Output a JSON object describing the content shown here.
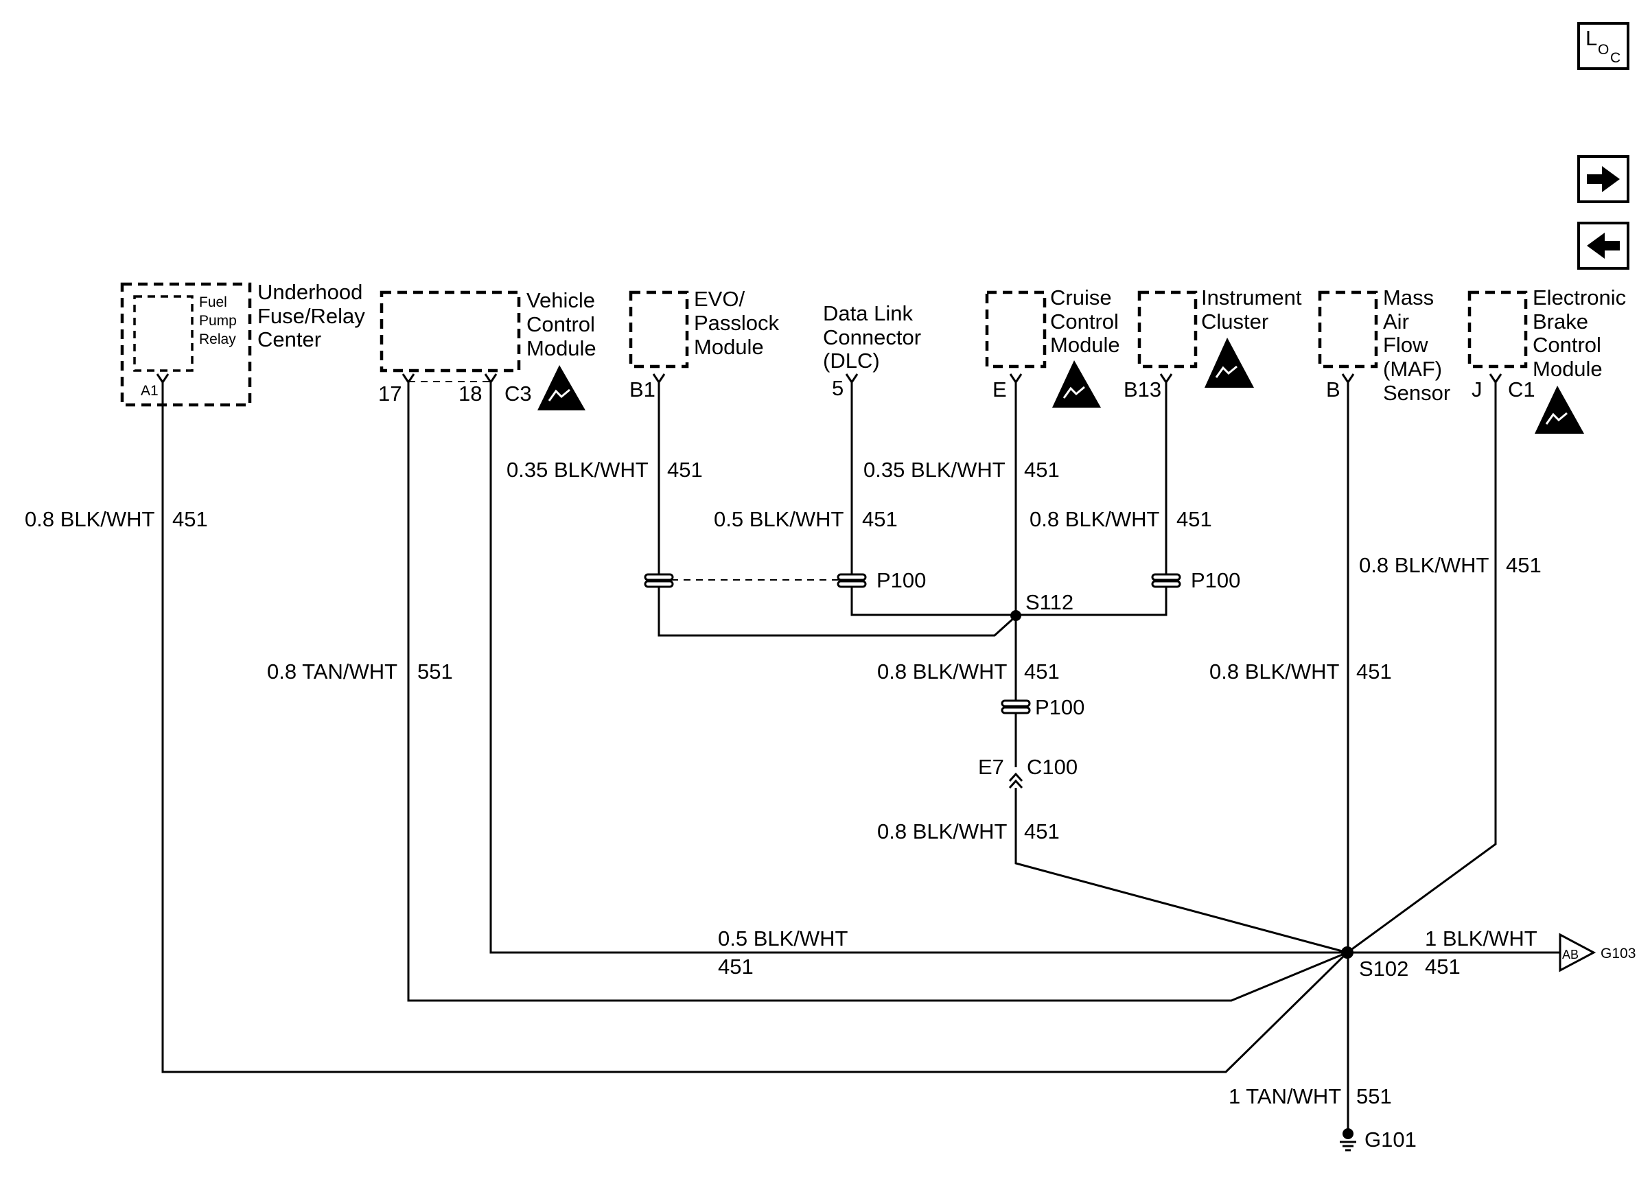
{
  "nav": {
    "loc_main": "L",
    "loc_sub1": "O",
    "loc_sub2": "C"
  },
  "components": {
    "underhood": [
      "Underhood",
      "Fuse/Relay",
      "Center"
    ],
    "fuel_relay": [
      "Fuel",
      "Pump",
      "Relay"
    ],
    "vcm": [
      "Vehicle",
      "Control",
      "Module"
    ],
    "evo": [
      "EVO/",
      "Passlock",
      "Module"
    ],
    "dlc": [
      "Data Link",
      "Connector",
      "(DLC)"
    ],
    "cruise": [
      "Cruise",
      "Control",
      "Module"
    ],
    "cluster": [
      "Instrument",
      "Cluster"
    ],
    "maf": [
      "Mass",
      "Air",
      "Flow",
      "(MAF)",
      "Sensor"
    ],
    "ebcm": [
      "Electronic",
      "Brake",
      "Control",
      "Module"
    ]
  },
  "pins": {
    "a1": "A1",
    "p17": "17",
    "p18": "18",
    "c3": "C3",
    "b1": "B1",
    "p5": "5",
    "e": "E",
    "b13": "B13",
    "b": "B",
    "j": "J",
    "c1": "C1",
    "e7": "E7"
  },
  "wires": {
    "w_fuse": {
      "gauge": "0.8 BLK/WHT",
      "circuit": "451"
    },
    "w_tan": {
      "gauge": "0.8 TAN/WHT",
      "circuit": "551"
    },
    "w_evo": {
      "gauge": "0.35 BLK/WHT",
      "circuit": "451"
    },
    "w_dlc": {
      "gauge": "0.5 BLK/WHT",
      "circuit": "451"
    },
    "w_cruise": {
      "gauge": "0.35 BLK/WHT",
      "circuit": "451"
    },
    "w_cluster": {
      "gauge": "0.8 BLK/WHT",
      "circuit": "451"
    },
    "w_maf_upper": {
      "gauge": "0.8 BLK/WHT",
      "circuit": "451"
    },
    "w_maf_lower": {
      "gauge": "0.8 BLK/WHT",
      "circuit": "451"
    },
    "w_s112_down": {
      "gauge": "0.8 BLK/WHT",
      "circuit": "451"
    },
    "w_c100_down": {
      "gauge": "0.8 BLK/WHT",
      "circuit": "451"
    },
    "w_vcm18": {
      "gauge": "0.5 BLK/WHT",
      "circuit": "451"
    },
    "w_g103": {
      "gauge": "1 BLK/WHT",
      "circuit": "451"
    },
    "w_g101": {
      "gauge": "1 TAN/WHT",
      "circuit": "551"
    }
  },
  "connectors": {
    "p100": "P100",
    "c100": "C100"
  },
  "splices": {
    "s112": "S112",
    "s102": "S102"
  },
  "grounds": {
    "g101": "G101",
    "g103": "G103",
    "ab": "AB"
  }
}
